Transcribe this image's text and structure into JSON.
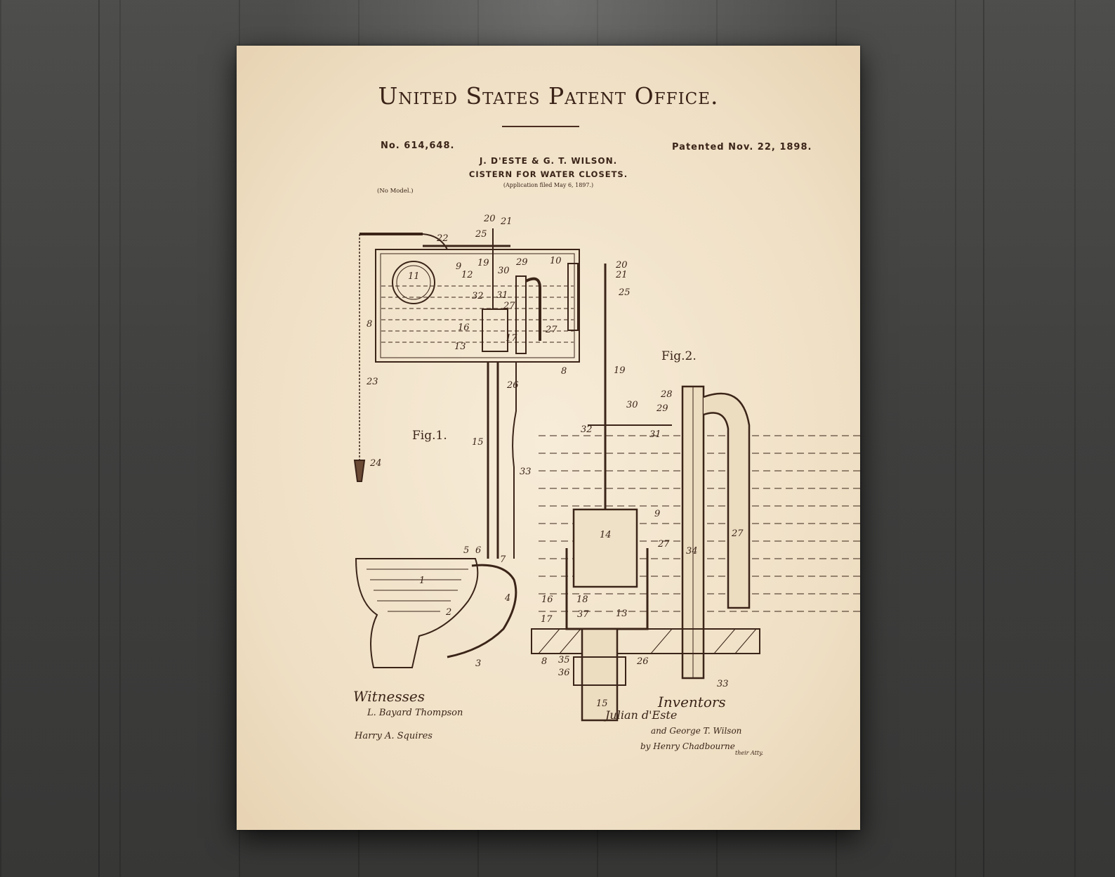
{
  "header": {
    "title": "United States Patent Office.",
    "patent_number": "No. 614,648.",
    "patent_date": "Patented Nov. 22, 1898.",
    "inventors": "J. D'ESTE & G. T. WILSON.",
    "subject": "CISTERN FOR WATER CLOSETS.",
    "filed": "(Application filed May 6, 1897.)",
    "no_model": "(No Model.)"
  },
  "figures": {
    "fig1": "Fig.1.",
    "fig2": "Fig.2."
  },
  "signatures": {
    "witnesses_label": "Witnesses",
    "witness_1": "L. Bayard Thompson",
    "witness_2": "Harry A. Squires",
    "inventors_label": "Inventors",
    "inventor_1": "Julian d'Este",
    "inventor_2": "and George T. Wilson",
    "attorney": "by Henry Chadbourne",
    "attorney_role": "their Atty."
  },
  "colors": {
    "wall": "#3a3a39",
    "paper": "#f3e6cf",
    "ink": "#3b2418"
  }
}
